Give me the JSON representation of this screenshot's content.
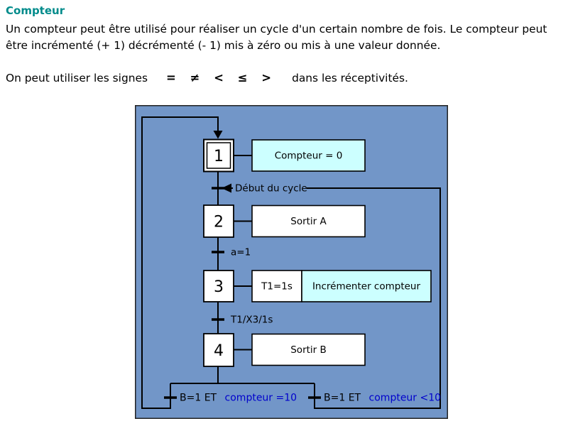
{
  "page": {
    "title": "Compteur",
    "paragraph": "Un compteur peut être utilisé pour réaliser un cycle d'un certain nombre de fois. Le compteur peut être incrémenté (+ 1) décrémenté (- 1) mis à zéro ou mis à une valeur donnée.",
    "signs_intro": "On peut utiliser les signes",
    "signs": "= ≠ < ≤ >",
    "signs_outro": "dans les réceptivités."
  },
  "diagram": {
    "steps": [
      {
        "number": "1",
        "initial": true,
        "actions": [
          {
            "label": "Compteur = 0",
            "highlight": true
          }
        ]
      },
      {
        "number": "2",
        "initial": false,
        "actions": [
          {
            "label": "Sortir A",
            "highlight": false
          }
        ]
      },
      {
        "number": "3",
        "initial": false,
        "actions": [
          {
            "label": "T1=1s",
            "highlight": false
          },
          {
            "label": "Incrémenter compteur",
            "highlight": true
          }
        ]
      },
      {
        "number": "4",
        "initial": false,
        "actions": [
          {
            "label": "Sortir B",
            "highlight": false
          }
        ]
      }
    ],
    "transitions": [
      {
        "label": "Début du cycle"
      },
      {
        "label": "a=1"
      },
      {
        "label": "T1/X3/1s"
      },
      {
        "prefix": "B=1 ET",
        "condition": "compteur =10"
      },
      {
        "prefix": "B=1 ET",
        "condition": "compteur <10"
      }
    ],
    "colors": {
      "panel_bg": "#7296c8",
      "action_highlight": "#ccffff",
      "condition_blue": "#0000cc",
      "title_teal": "#008b8b"
    }
  }
}
